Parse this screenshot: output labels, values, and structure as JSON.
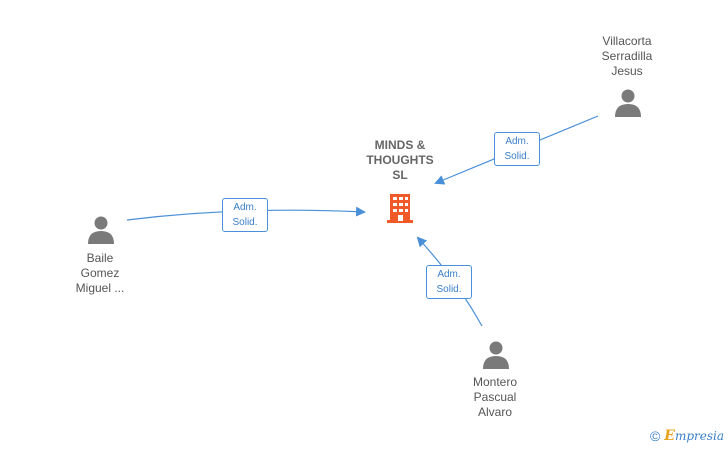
{
  "company": {
    "name": "MINDS &\nTHOUGHTS\nSL",
    "color": "#f05a28"
  },
  "people": [
    {
      "id": "villacorta",
      "name": "Villacorta\nSerradilla\nJesus"
    },
    {
      "id": "baile",
      "name": "Baile\nGomez\nMiguel ..."
    },
    {
      "id": "montero",
      "name": "Montero\nPascual\nAlvaro"
    }
  ],
  "edges": [
    {
      "from": "villacorta",
      "label": "Adm.\nSolid."
    },
    {
      "from": "baile",
      "label": "Adm.\nSolid."
    },
    {
      "from": "montero",
      "label": "Adm.\nSolid."
    }
  ],
  "colors": {
    "edge": "#4a90d9",
    "person": "#7a7a7a"
  },
  "watermark": {
    "symbol": "©",
    "brand_initial": "E",
    "brand_rest": "mpresia"
  }
}
